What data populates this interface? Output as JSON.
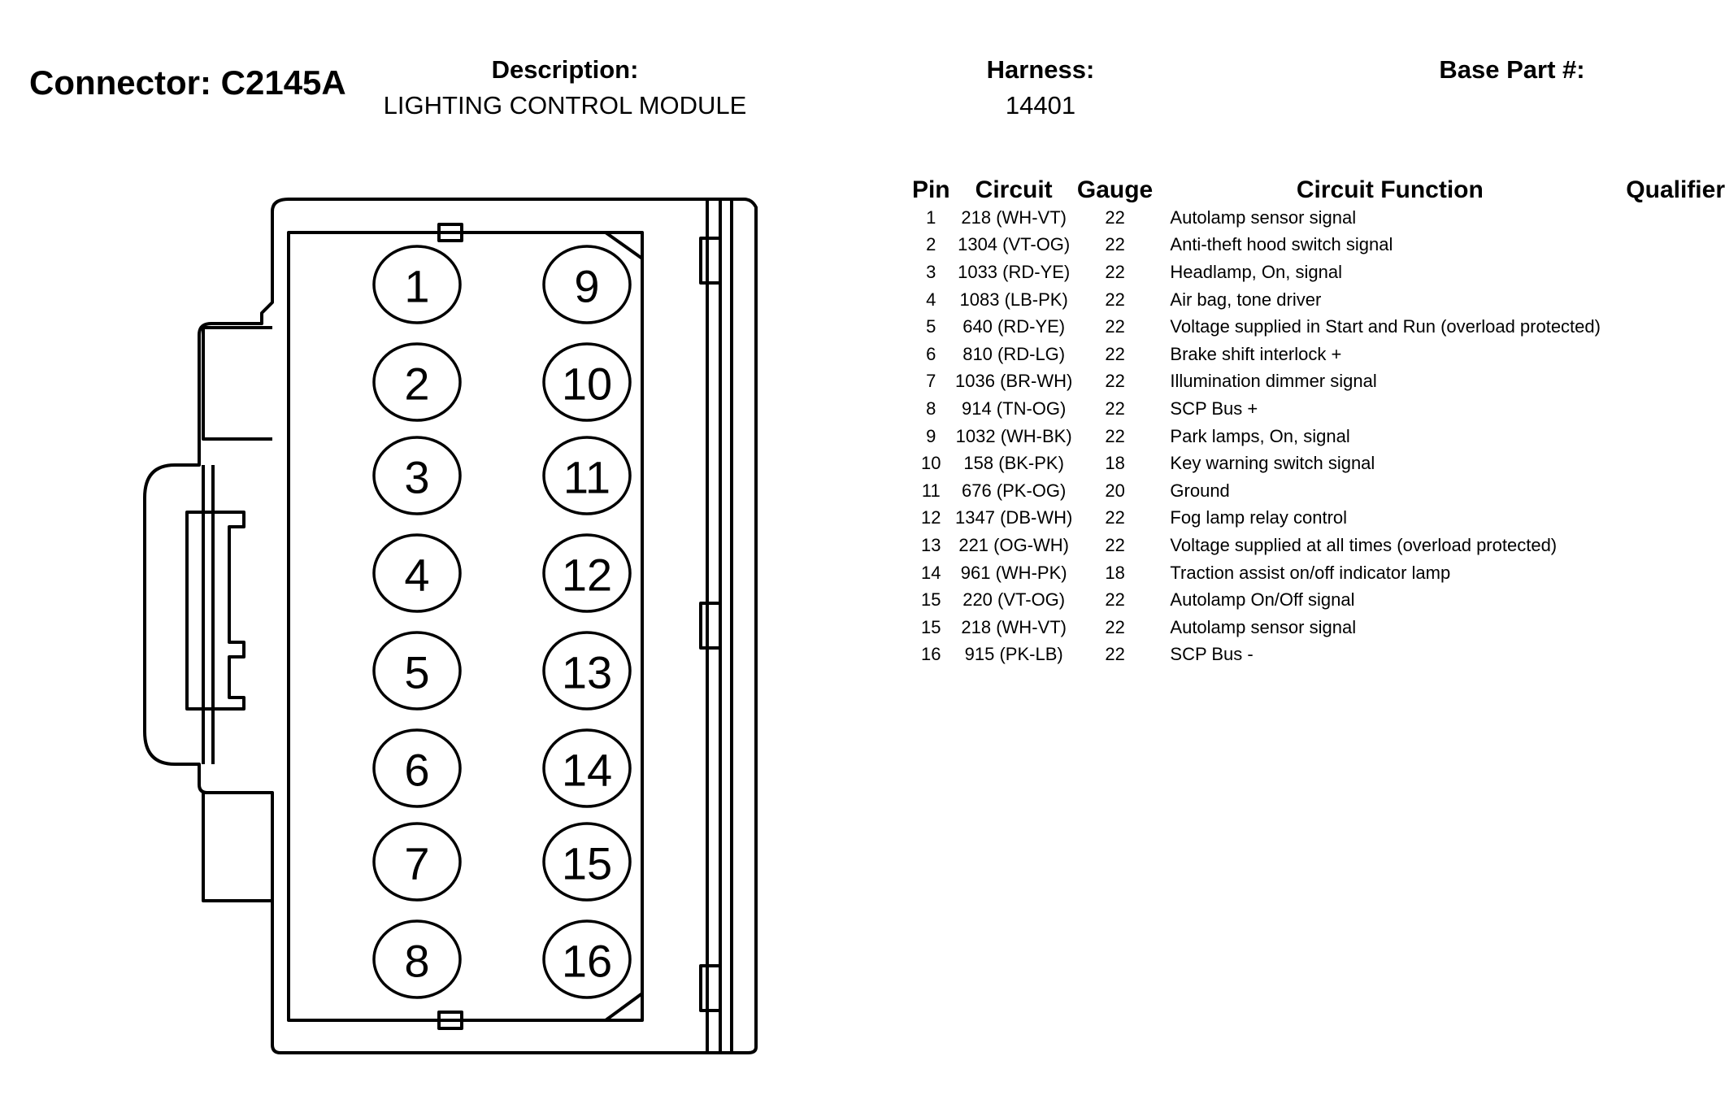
{
  "header": {
    "connector_label": "Connector: C2145A",
    "description_label": "Description:",
    "description_value": "LIGHTING CONTROL MODULE",
    "harness_label": "Harness:",
    "harness_value": "14401",
    "base_part_label": "Base Part #:",
    "base_part_value": ""
  },
  "table": {
    "columns": [
      "Pin",
      "Circuit",
      "Gauge",
      "Circuit Function",
      "Qualifier"
    ],
    "rows": [
      {
        "pin": "1",
        "circuit": "218 (WH-VT)",
        "gauge": "22",
        "function": "Autolamp sensor signal",
        "qualifier": ""
      },
      {
        "pin": "2",
        "circuit": "1304 (VT-OG)",
        "gauge": "22",
        "function": "Anti-theft hood switch signal",
        "qualifier": ""
      },
      {
        "pin": "3",
        "circuit": "1033 (RD-YE)",
        "gauge": "22",
        "function": "Headlamp, On, signal",
        "qualifier": ""
      },
      {
        "pin": "4",
        "circuit": "1083 (LB-PK)",
        "gauge": "22",
        "function": "Air bag, tone driver",
        "qualifier": ""
      },
      {
        "pin": "5",
        "circuit": "640 (RD-YE)",
        "gauge": "22",
        "function": "Voltage supplied in Start and Run (overload protected)",
        "qualifier": ""
      },
      {
        "pin": "6",
        "circuit": "810 (RD-LG)",
        "gauge": "22",
        "function": "Brake shift interlock +",
        "qualifier": ""
      },
      {
        "pin": "7",
        "circuit": "1036 (BR-WH)",
        "gauge": "22",
        "function": "Illumination dimmer signal",
        "qualifier": ""
      },
      {
        "pin": "8",
        "circuit": "914 (TN-OG)",
        "gauge": "22",
        "function": "SCP Bus +",
        "qualifier": ""
      },
      {
        "pin": "9",
        "circuit": "1032 (WH-BK)",
        "gauge": "22",
        "function": "Park lamps, On, signal",
        "qualifier": ""
      },
      {
        "pin": "10",
        "circuit": "158 (BK-PK)",
        "gauge": "18",
        "function": "Key warning switch signal",
        "qualifier": ""
      },
      {
        "pin": "11",
        "circuit": "676 (PK-OG)",
        "gauge": "20",
        "function": "Ground",
        "qualifier": ""
      },
      {
        "pin": "12",
        "circuit": "1347 (DB-WH)",
        "gauge": "22",
        "function": "Fog lamp relay control",
        "qualifier": ""
      },
      {
        "pin": "13",
        "circuit": "221 (OG-WH)",
        "gauge": "22",
        "function": "Voltage supplied at all times (overload protected)",
        "qualifier": ""
      },
      {
        "pin": "14",
        "circuit": "961 (WH-PK)",
        "gauge": "18",
        "function": "Traction assist on/off indicator lamp",
        "qualifier": ""
      },
      {
        "pin": "15",
        "circuit": "220 (VT-OG)",
        "gauge": "22",
        "function": "Autolamp On/Off signal",
        "qualifier": ""
      },
      {
        "pin": "15",
        "circuit": "218 (WH-VT)",
        "gauge": "22",
        "function": "Autolamp sensor signal",
        "qualifier": ""
      },
      {
        "pin": "16",
        "circuit": "915 (PK-LB)",
        "gauge": "22",
        "function": "SCP Bus -",
        "qualifier": ""
      }
    ]
  },
  "connector": {
    "left_column_pins": [
      "1",
      "2",
      "3",
      "4",
      "5",
      "6",
      "7",
      "8"
    ],
    "right_column_pins": [
      "9",
      "10",
      "11",
      "12",
      "13",
      "14",
      "15",
      "16"
    ]
  }
}
